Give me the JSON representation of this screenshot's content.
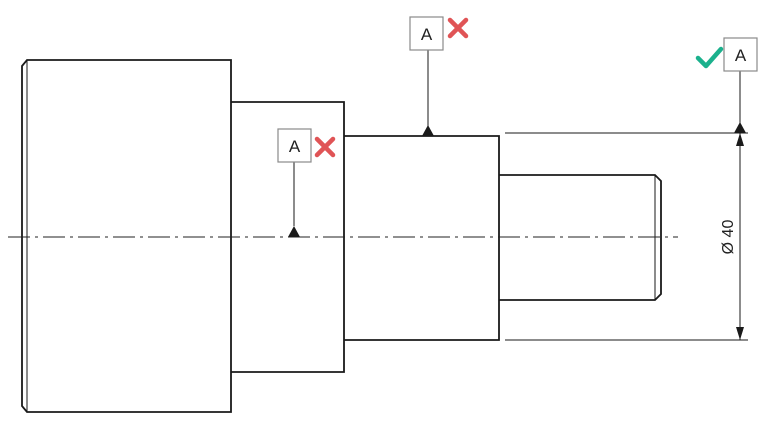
{
  "datum_labels": {
    "top": "A",
    "middle": "A",
    "right": "A"
  },
  "dimension": {
    "text": "Ø 40"
  },
  "colors": {
    "wrong": "#e05456",
    "correct": "#1bb18d"
  },
  "icons": {
    "wrong": "x-mark-icon",
    "correct": "checkmark-icon"
  }
}
